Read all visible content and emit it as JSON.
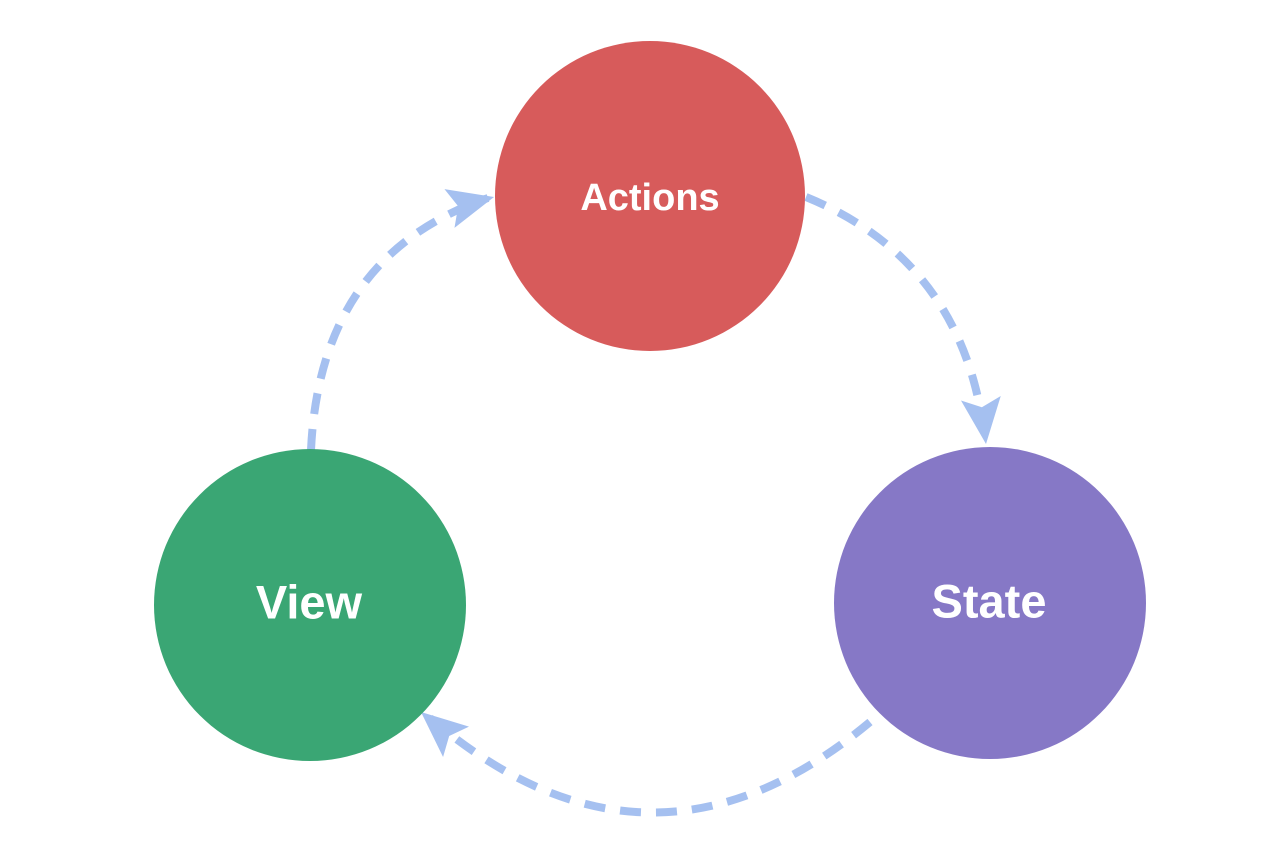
{
  "diagram": {
    "type": "cycle",
    "background": "#ffffff",
    "nodes": [
      {
        "id": "actions",
        "label": "Actions",
        "color": "#d75b5b",
        "text_color": "#ffffff"
      },
      {
        "id": "state",
        "label": "State",
        "color": "#8678c6",
        "text_color": "#ffffff"
      },
      {
        "id": "view",
        "label": "View",
        "color": "#3aa674",
        "text_color": "#ffffff"
      }
    ],
    "edges": [
      {
        "from": "view",
        "to": "actions",
        "style": "dashed",
        "color": "#a5c0f0"
      },
      {
        "from": "actions",
        "to": "state",
        "style": "dashed",
        "color": "#a5c0f0"
      },
      {
        "from": "state",
        "to": "view",
        "style": "dashed",
        "color": "#a5c0f0"
      }
    ]
  }
}
